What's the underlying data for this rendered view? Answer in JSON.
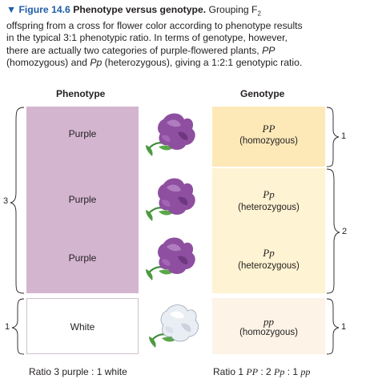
{
  "caption": {
    "figure_label": "▼ Figure 14.6",
    "title": "Phenotype versus genotype.",
    "line1_rest": " Grouping F",
    "line1_sub": "2",
    "line2": "offspring from a cross for flower color according to phenotype results",
    "line3": "in the typical 3:1 phenotypic ratio. In terms of genotype, however,",
    "line4_a": "there are actually two categories of purple-flowered plants, ",
    "line4_pp": "PP",
    "line5_a": "(homozygous) and ",
    "line5_pp": "Pp",
    "line5_b": " (heterozygous), giving a 1:2:1 genotypic ratio."
  },
  "headers": {
    "phenotype": "Phenotype",
    "genotype": "Genotype"
  },
  "phenotypes": [
    "Purple",
    "Purple",
    "Purple",
    "White"
  ],
  "genotypes": [
    {
      "genotype": "PP",
      "zygosity": "(homozygous)"
    },
    {
      "genotype": "Pp",
      "zygosity": "(heterozygous)"
    },
    {
      "genotype": "Pp",
      "zygosity": "(heterozygous)"
    },
    {
      "genotype": "pp",
      "zygosity": "(homozygous)"
    }
  ],
  "counts": {
    "left_purple": "3",
    "left_white": "1",
    "right_pp_dom": "1",
    "right_het": "2",
    "right_pp_rec": "1"
  },
  "ratios": {
    "phenotypic_prefix": "Ratio 3 purple : 1 white",
    "genotypic_a": "Ratio 1 ",
    "genotypic_b": "PP",
    "genotypic_c": " : 2 ",
    "genotypic_d": "Pp",
    "genotypic_e": " : 1 ",
    "genotypic_f": "pp"
  },
  "colors": {
    "purple_box": "#d4b5d0",
    "geno_dominant": "#fde9b8",
    "geno_het": "#fef3d2",
    "geno_recessive": "#fdf3e6",
    "flower_purple": "#8e4fa0",
    "flower_white": "#e9eef4",
    "figure_label": "#1f5ea8"
  }
}
